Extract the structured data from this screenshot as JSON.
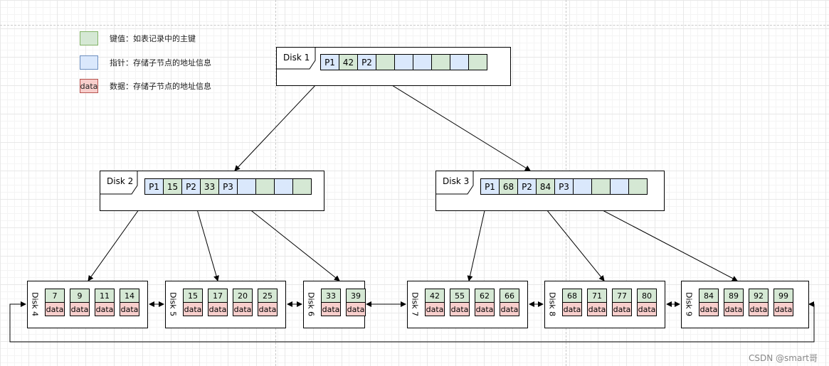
{
  "legend": [
    {
      "swatch_text": "",
      "color": "#d5e8d4",
      "text": "键值：如表记录中的主键"
    },
    {
      "swatch_text": "",
      "color": "#dae8fc",
      "text": "指针：存储子节点的地址信息"
    },
    {
      "swatch_text": "data",
      "color": "#f8cecc",
      "text": "数据：存储子节点的地址信息"
    }
  ],
  "internal_nodes": [
    {
      "label": "Disk 1",
      "cells": [
        "P1",
        "42",
        "P2",
        "",
        "",
        "",
        "",
        "",
        ""
      ]
    },
    {
      "label": "Disk 2",
      "cells": [
        "P1",
        "15",
        "P2",
        "33",
        "P3",
        "",
        "",
        "",
        ""
      ]
    },
    {
      "label": "Disk 3",
      "cells": [
        "P1",
        "68",
        "P2",
        "84",
        "P3",
        "",
        "",
        "",
        ""
      ]
    }
  ],
  "leaf_nodes": [
    {
      "label": "Disk 4",
      "keys": [
        "7",
        "9",
        "11",
        "14"
      ],
      "data_label": "data"
    },
    {
      "label": "Disk 5",
      "keys": [
        "15",
        "17",
        "20",
        "25"
      ],
      "data_label": "data"
    },
    {
      "label": "Disk 6",
      "keys": [
        "33",
        "39"
      ],
      "data_label": "data"
    },
    {
      "label": "Disk 7",
      "keys": [
        "42",
        "55",
        "62",
        "66"
      ],
      "data_label": "data"
    },
    {
      "label": "Disk 8",
      "keys": [
        "68",
        "71",
        "77",
        "80"
      ],
      "data_label": "data"
    },
    {
      "label": "Disk 9",
      "keys": [
        "84",
        "89",
        "92",
        "99"
      ],
      "data_label": "data"
    }
  ],
  "colors": {
    "key": "#d5e8d4",
    "pointer": "#dae8fc",
    "data": "#f8cecc",
    "line": "#000000"
  },
  "watermark": "CSDN @smart哥"
}
